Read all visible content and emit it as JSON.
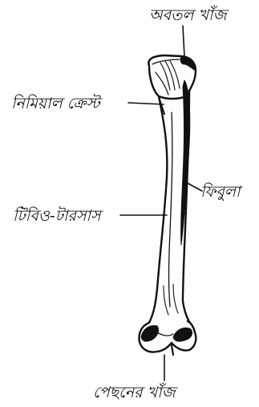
{
  "labels": {
    "concave_groove": "অবতল খাঁজ",
    "cnemial_crest": "নিমিয়াল ক্রেস্ট",
    "fibula": "ফিবুলা",
    "tibiotarsus": "টিবিও-টারসাস",
    "posterior_groove": "পেছনের খাঁজ"
  },
  "colors": {
    "ink": "#111111",
    "background": "#ffffff"
  }
}
